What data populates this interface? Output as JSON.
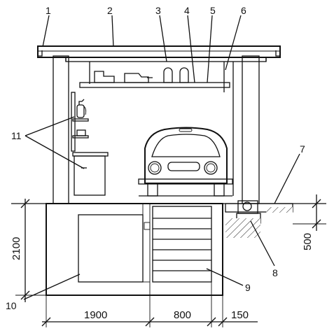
{
  "labels": {
    "l1": "1",
    "l2": "2",
    "l3": "3",
    "l4": "4",
    "l5": "5",
    "l6": "6",
    "l7": "7",
    "l8": "8",
    "l9": "9",
    "l10": "10",
    "l11": "11"
  },
  "dimensions": {
    "height_cellar": "2100",
    "depth_foundation": "500",
    "width_cellar": "1900",
    "width_stairs": "800",
    "width_wall": "150"
  }
}
